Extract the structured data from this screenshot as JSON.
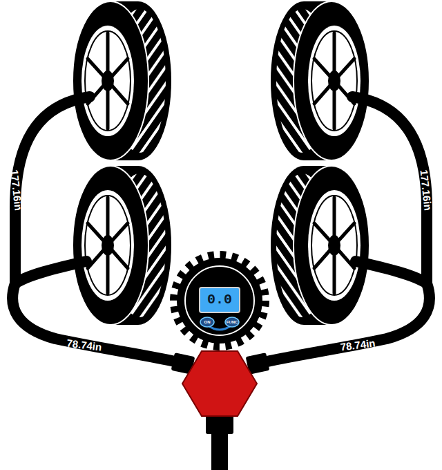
{
  "diagram": {
    "labels": [
      "177.16in",
      "177.16in",
      "78.74in",
      "78.74in",
      "0.0",
      "ON",
      "FUNC"
    ]
  }
}
